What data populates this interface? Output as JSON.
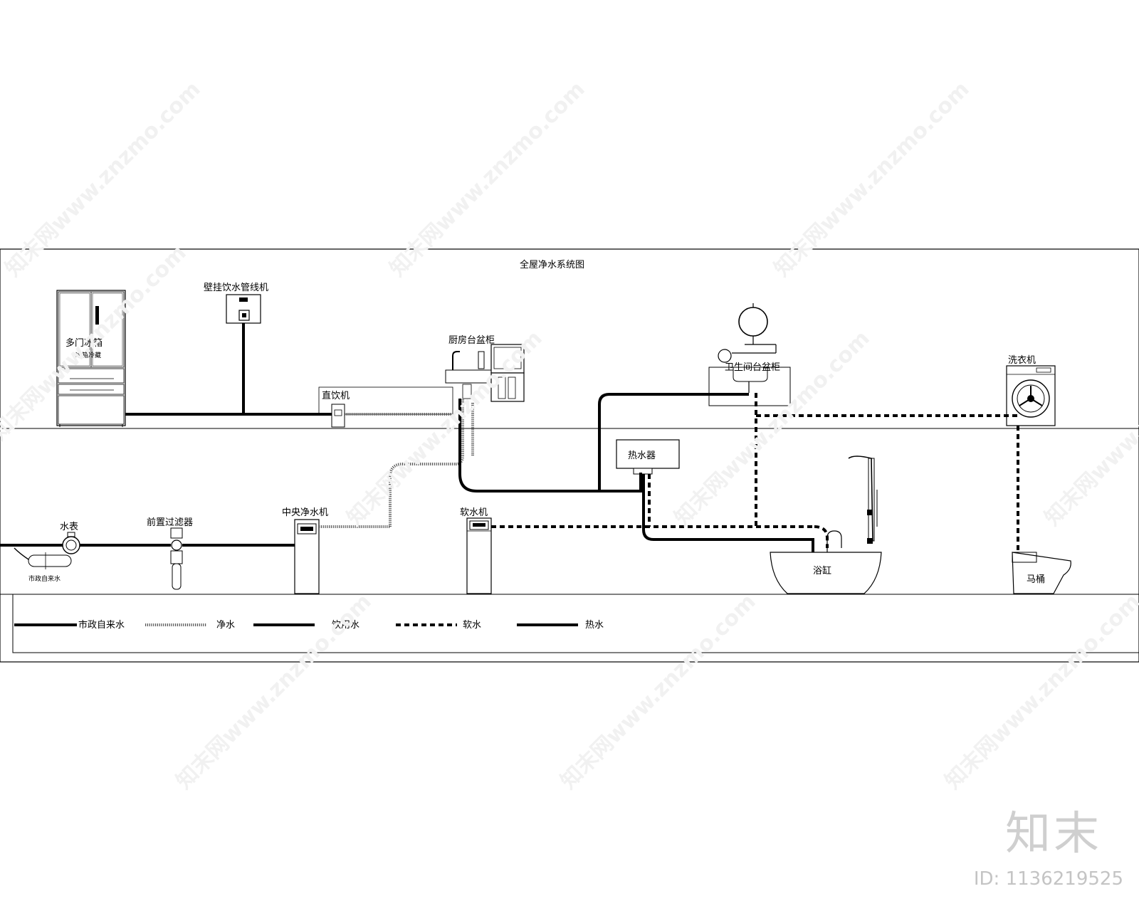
{
  "diagram": {
    "title": "全屋净水系统图",
    "devices": {
      "fridge": "多门冰箱",
      "fridge_sub": "冰箱冷藏",
      "wall_dispenser": "壁挂饮水管线机",
      "direct_drink": "直饮机",
      "kitchen_cabinet": "厨房台盆柜",
      "bathroom_cabinet": "卫生间台盆柜",
      "washer": "洗衣机",
      "water_heater": "热水器",
      "water_meter": "水表",
      "municipal_inlet": "市政自来水",
      "prefilter": "前置过滤器",
      "central_purifier": "中央净水机",
      "softener": "软水机",
      "bathtub": "浴缸",
      "toilet": "马桶"
    },
    "legend": [
      {
        "label": "市政自来水",
        "style": "solid"
      },
      {
        "label": "净水",
        "style": "dotted-fine"
      },
      {
        "label": "饮用水",
        "style": "solid"
      },
      {
        "label": "软水",
        "style": "dashed-heavy"
      },
      {
        "label": "热水",
        "style": "solid"
      }
    ]
  },
  "watermark": {
    "text": "知末网www.znzmo.com",
    "brand": "知末",
    "id": "ID: 1136219525"
  }
}
